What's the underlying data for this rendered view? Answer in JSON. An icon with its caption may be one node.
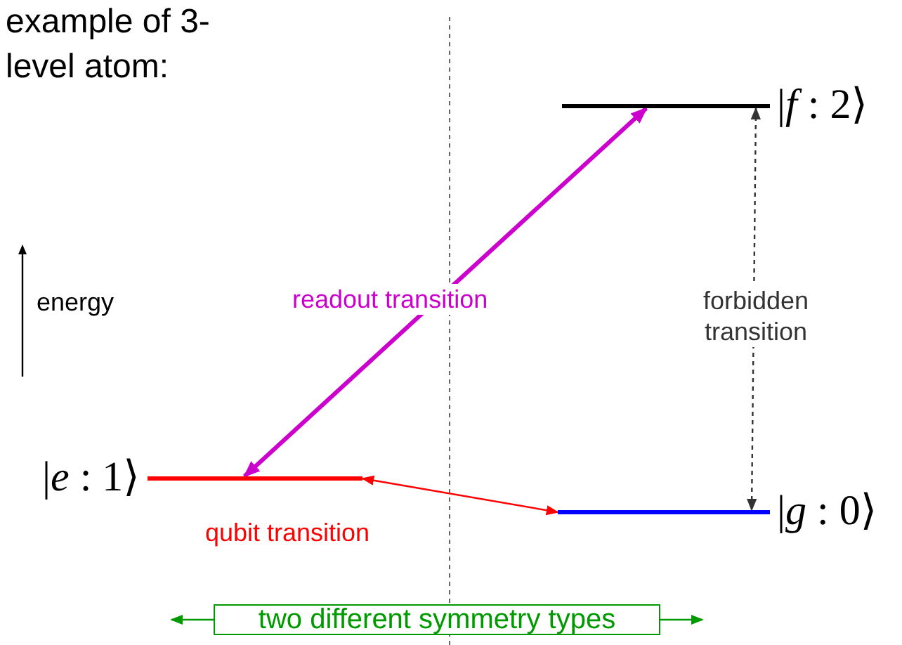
{
  "diagram": {
    "title": "example of 3-level atom:",
    "nodes": [
      {
        "text": [],
        "shape": "bar",
        "beside": [
          "|*f* : 2⟩"
        ]
      },
      {
        "text": [],
        "shape": "bar",
        "beside": [
          "|*e* : 1⟩"
        ]
      },
      {
        "text": [],
        "shape": "bar",
        "beside": [
          "|*g* : 0⟩"
        ]
      },
      {
        "text": [
          "two different symmetry types"
        ]
      }
    ],
    "edges": [
      {
        "from": 1,
        "to": 0,
        "arrow": "both",
        "label": "readout transition",
        "style": "thick",
        "color": "#cc00cc"
      },
      {
        "from": 1,
        "to": 2,
        "arrow": "both",
        "label": "qubit transition",
        "color": "#ff0000"
      },
      {
        "from": 0,
        "to": 2,
        "arrow": "both",
        "label": "forbidden transition",
        "style": "dashed",
        "color": "#333333"
      },
      {
        "from": 3,
        "to": null,
        "arrow": "to",
        "color": "#009900"
      },
      {
        "from": 3,
        "to": null,
        "arrow": "to",
        "color": "#009900"
      }
    ],
    "labels": [
      "energy"
    ]
  }
}
